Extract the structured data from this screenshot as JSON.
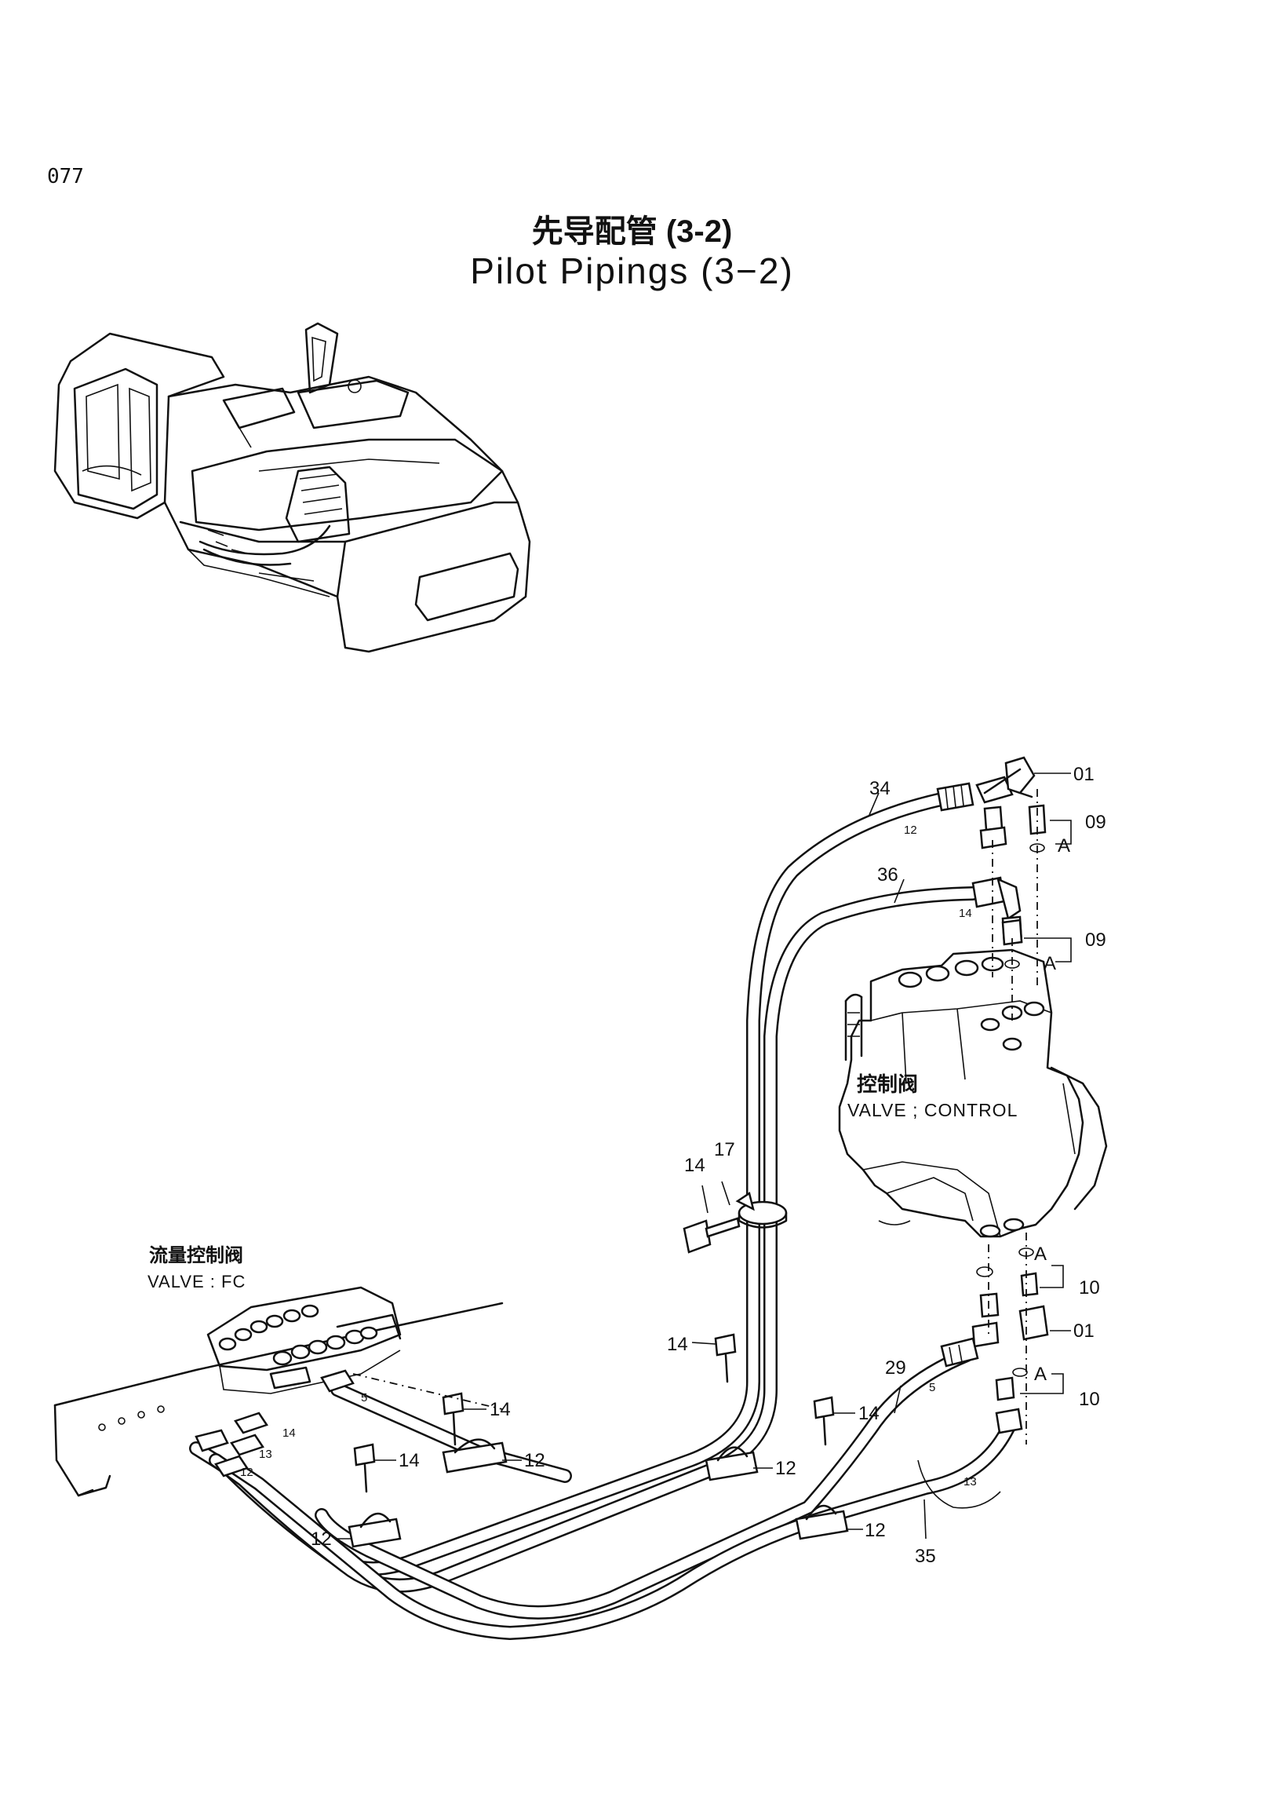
{
  "header": {
    "page_number": "077",
    "title_zh": "先导配管 (3-2)",
    "title_en": "Pilot Pipings (3−2)"
  },
  "components": {
    "control_valve": {
      "label_zh": "控制阀",
      "label_en": "VALVE ; CONTROL"
    },
    "fc_valve": {
      "label_zh": "流量控制阀",
      "label_en": "VALVE : FC"
    }
  },
  "callouts": {
    "c01_top": "01",
    "c09_a": "09",
    "c09_b": "09",
    "c10_a": "10",
    "c01_mid": "01",
    "c10_b": "10",
    "cA_1": "A",
    "cA_2": "A",
    "cA_3": "A",
    "cA_4": "A",
    "c34": "34",
    "c36": "36",
    "c29": "29",
    "c35": "35",
    "c17": "17",
    "c14_a": "14",
    "c14_b": "14",
    "c14_c": "14",
    "c14_d": "14",
    "c14_e": "14",
    "c12_a": "12",
    "c12_b": "12",
    "c12_c": "12",
    "c12_d": "12",
    "hose_size_12_top": "12",
    "hose_size_14_top": "14",
    "hose_size_5_right": "5",
    "hose_size_13_right": "13",
    "hose_size_5_left": "5",
    "hose_size_14_left": "14",
    "hose_size_13_left": "13",
    "hose_size_12_left": "12"
  }
}
